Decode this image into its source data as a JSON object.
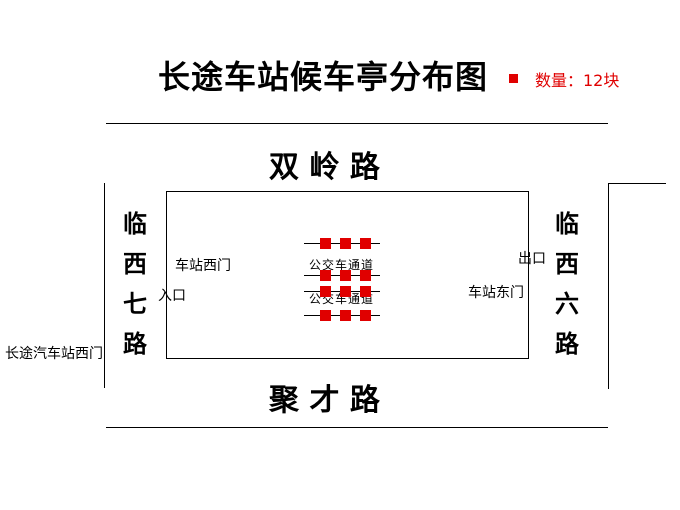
{
  "title": "长途车站候车亭分布图",
  "legend": {
    "text": "数量：12块",
    "color": "#e00000"
  },
  "roads": {
    "north": "双  岭  路",
    "south": "聚  才  路",
    "west": "临西七路",
    "east": "临西六路"
  },
  "labels": {
    "west_gate": "车站西门",
    "east_gate": "车站东门",
    "entrance": "入口",
    "exit": "出口",
    "outside_gate": "长途汽车站西门"
  },
  "lanes": [
    "公交车通道",
    "公交车通道"
  ],
  "shelters": {
    "rows": 4,
    "per_row": 3,
    "total": 12
  }
}
